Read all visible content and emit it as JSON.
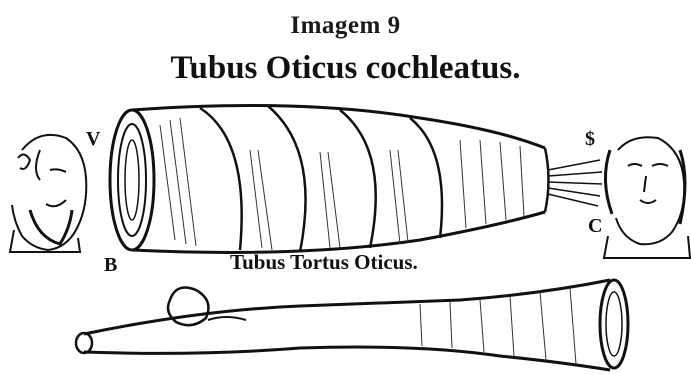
{
  "caption": "Imagem 9",
  "engraving": {
    "title": "Tubus Oticus cochleatus.",
    "subtitle": "Tubus Tortus Oticus.",
    "labels": {
      "v": "V",
      "s": "$",
      "b": "B",
      "c": "C"
    }
  },
  "colors": {
    "ink": "#111111",
    "paper": "#ffffff"
  }
}
